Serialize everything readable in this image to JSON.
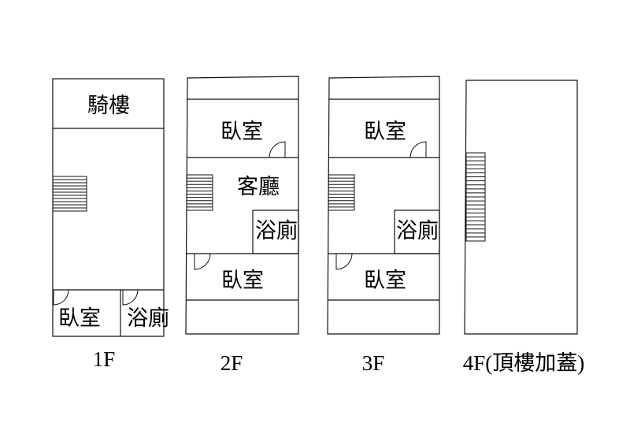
{
  "floors": [
    {
      "label": "1F",
      "rooms": [
        "騎樓",
        "臥室",
        "浴廁"
      ]
    },
    {
      "label": "2F",
      "rooms": [
        "臥室",
        "客廳",
        "浴廁",
        "臥室"
      ]
    },
    {
      "label": "3F",
      "rooms": [
        "臥室",
        "浴廁",
        "臥室"
      ]
    },
    {
      "label": "4F(頂樓加蓋)",
      "rooms": []
    }
  ]
}
